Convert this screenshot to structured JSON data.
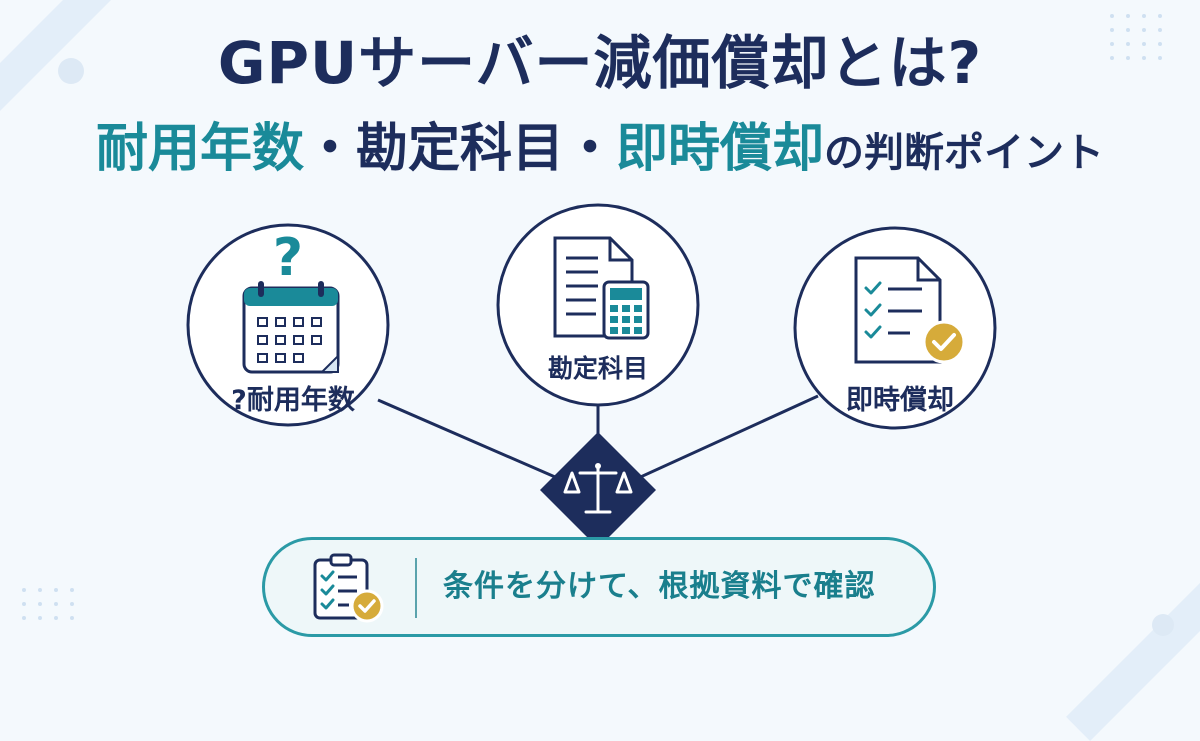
{
  "title": {
    "line1": "GPUサーバー減価償却とは?",
    "line2": {
      "term1": "耐用年数",
      "sep1": "・",
      "term2": "勘定科目",
      "sep2": "・",
      "term3": "即時償却",
      "suffix": "の判断ポイント"
    }
  },
  "nodes": [
    {
      "label": "?耐用年数",
      "icon": "calendar-question-icon"
    },
    {
      "label": "勘定科目",
      "icon": "document-calculator-icon"
    },
    {
      "label": "即時償却",
      "icon": "checklist-approved-icon"
    }
  ],
  "hub": {
    "icon": "balance-scale-icon"
  },
  "conclusion": {
    "text": "条件を分けて、根拠資料で確認",
    "icon": "clipboard-check-icon"
  },
  "colors": {
    "navy": "#1d2d5c",
    "teal": "#1a8a99",
    "teal_light": "#2b9aa6",
    "gold": "#d6ab3a",
    "background": "#f4f9fd"
  }
}
